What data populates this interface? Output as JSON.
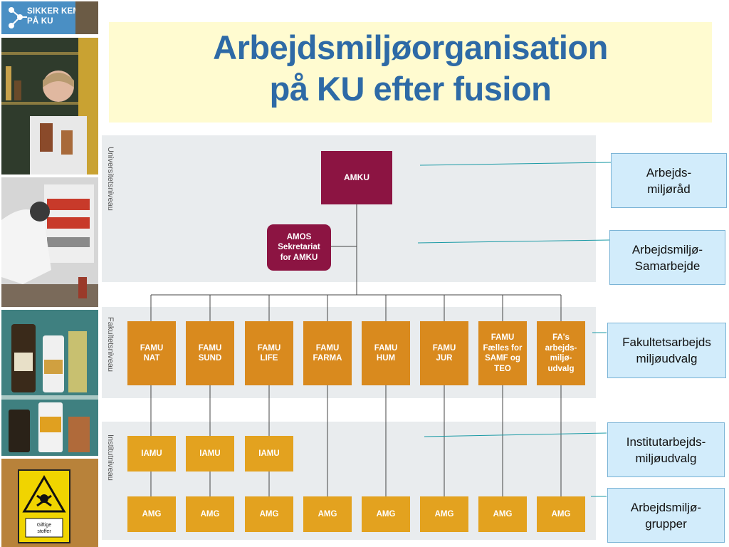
{
  "logo": {
    "line1": "SIKKER KEMI",
    "line2": "PÅ KU"
  },
  "title": {
    "line1": "Arbejdsmiljøorganisation",
    "line2": "på KU efter fusion"
  },
  "levels": {
    "university": "Universitetsniveau",
    "faculty": "Fakultetsniveau",
    "institute": "Institutniveau"
  },
  "top": {
    "amku": "AMKU",
    "amos": [
      "AMOS",
      "Sekretariat",
      "for AMKU"
    ]
  },
  "famu": [
    [
      "FAMU",
      "NAT"
    ],
    [
      "FAMU",
      "SUND"
    ],
    [
      "FAMU",
      "LIFE"
    ],
    [
      "FAMU",
      "FARMA"
    ],
    [
      "FAMU",
      "HUM"
    ],
    [
      "FAMU",
      "JUR"
    ],
    [
      "FAMU",
      "Fælles for",
      "SAMF og",
      "TEO"
    ],
    [
      "FA's",
      "arbejds-",
      "miljø-",
      "udvalg"
    ]
  ],
  "iamu": [
    "IAMU",
    "IAMU",
    "IAMU"
  ],
  "amg": [
    "AMG",
    "AMG",
    "AMG",
    "AMG",
    "AMG",
    "AMG",
    "AMG",
    "AMG"
  ],
  "callouts": [
    [
      "Arbejds-",
      "miljøråd"
    ],
    [
      "Arbejdsmiljø-",
      "Samarbejde"
    ],
    [
      "Fakultetsarbejds",
      "miljøudvalg"
    ],
    [
      "Institutarbejds-",
      "miljøudvalg"
    ],
    [
      "Arbejdsmiljø-",
      "grupper"
    ]
  ],
  "colors": {
    "amku": "#8c1442",
    "famu": "#d98a1e",
    "iamu": "#e3a21f",
    "amg": "#e3a21f",
    "title": "#2e6aa6",
    "callout_fill": "#d2ecfb"
  }
}
